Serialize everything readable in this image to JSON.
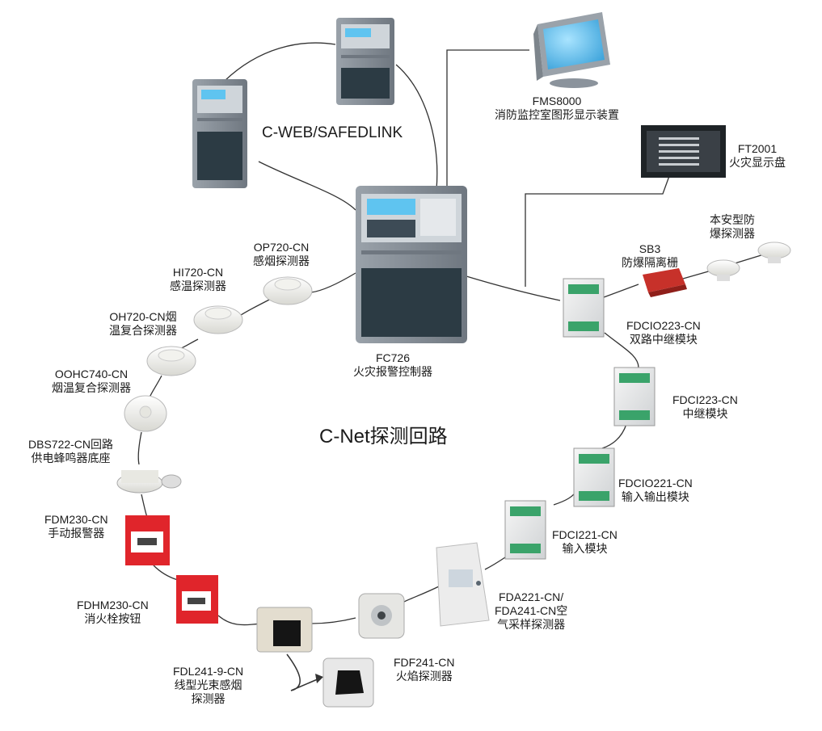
{
  "title_web": "C-WEB/SAFEDLINK",
  "title_net": "C-Net探测回路",
  "devices": {
    "fms8000": {
      "name": "FMS8000",
      "desc": "消防监控室图形显示装置"
    },
    "ft2001": {
      "name": "FT2001",
      "desc": "火灾显示盘"
    },
    "fc726": {
      "name": "FC726",
      "desc": "火灾报警控制器"
    },
    "exdetector": {
      "line1": "本安型防",
      "line2": "爆探测器"
    },
    "sb3": {
      "name": "SB3",
      "desc": "防爆隔离栅"
    },
    "fdcio223": {
      "name": "FDCIO223-CN",
      "desc": "双路中继模块"
    },
    "fdci223": {
      "name": "FDCI223-CN",
      "desc": "中继模块"
    },
    "fdcio221": {
      "name": "FDCIO221-CN",
      "desc": "输入输出模块"
    },
    "fdci221": {
      "name": "FDCI221-CN",
      "desc": "输入模块"
    },
    "fda221": {
      "line1": "FDA221-CN/",
      "line2": "FDA241-CN空",
      "line3": "气采样探测器"
    },
    "fdf241": {
      "name": "FDF241-CN",
      "desc": "火焰探测器"
    },
    "fdl241": {
      "line1": "FDL241-9-CN",
      "line2": "线型光束感烟",
      "line3": "探测器"
    },
    "fdhm230": {
      "name": "FDHM230-CN",
      "desc": "消火栓按钮"
    },
    "fdm230": {
      "name": "FDM230-CN",
      "desc": "手动报警器"
    },
    "dbs722": {
      "name": "DBS722-CN回路",
      "desc": "供电蜂鸣器底座"
    },
    "oohc740": {
      "name": "OOHC740-CN",
      "desc": "烟温复合探测器"
    },
    "oh720": {
      "name": "OH720-CN烟",
      "desc": "温复合探测器"
    },
    "hi720": {
      "name": "HI720-CN",
      "desc": "感温探测器"
    },
    "op720": {
      "name": "OP720-CN",
      "desc": "感烟探测器"
    }
  },
  "colors": {
    "panel": "#8b939c",
    "panel_dark": "#2c3b44",
    "alarm_red": "#e0252b",
    "screen": "#5fc4f0",
    "line": "#333333"
  }
}
